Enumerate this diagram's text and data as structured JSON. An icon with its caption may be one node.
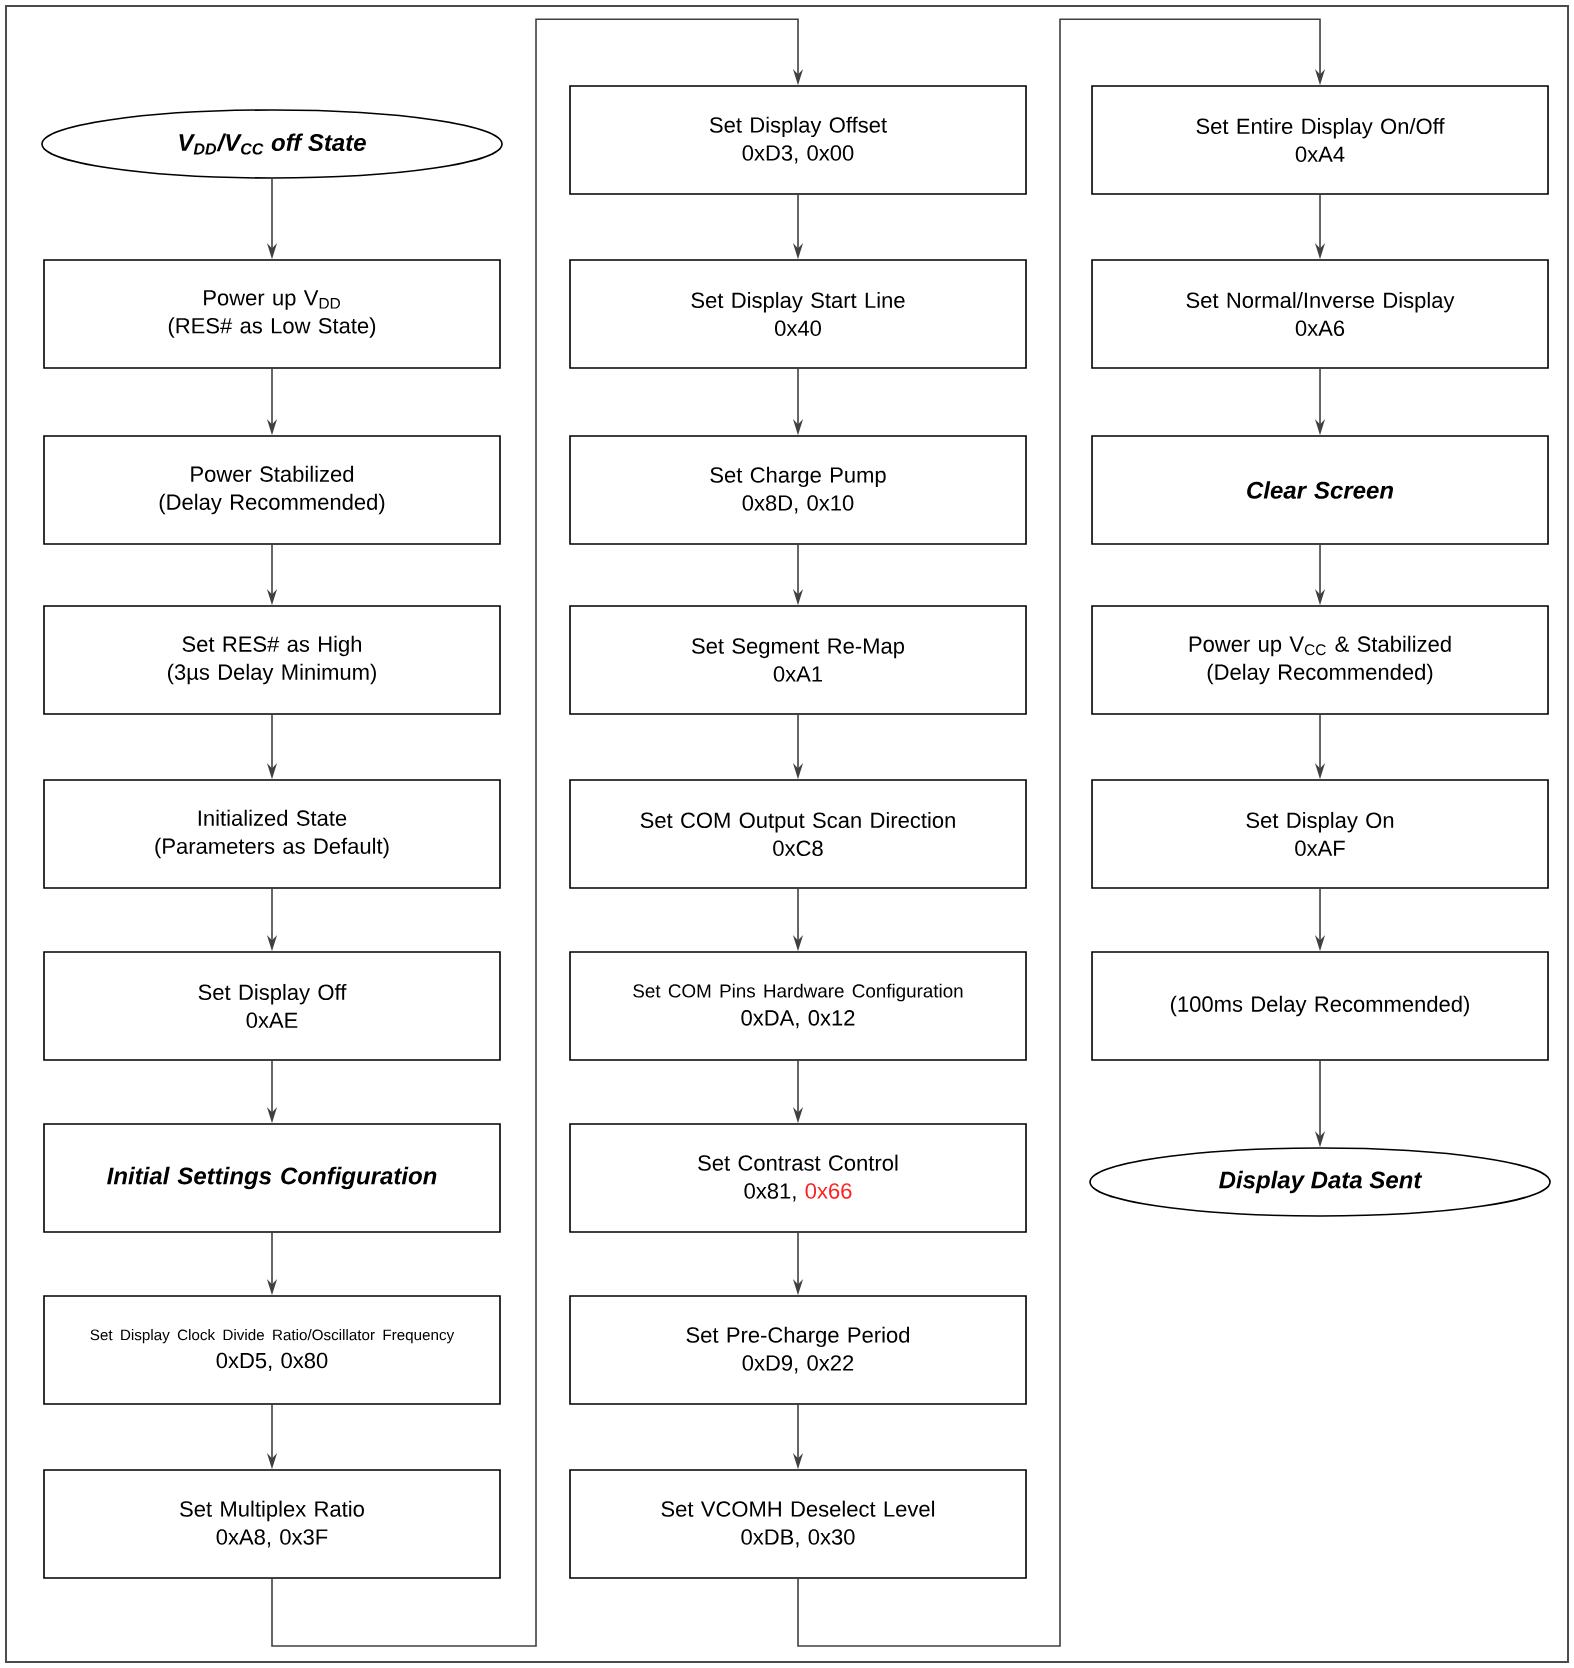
{
  "diagram": {
    "nodes": [
      {
        "text": [
          "V$_{DD}$/V$_{CC}$ off State"
        ]
      },
      {
        "text": [
          "Power up V$_{DD}$",
          "(RES# as Low State)"
        ]
      },
      {
        "text": [
          "Power Stabilized",
          "(Delay Recommended)"
        ]
      },
      {
        "text": [
          "Set RES# as High",
          "(3µs Delay Minimum)"
        ]
      },
      {
        "text": [
          "Initialized State",
          "(Parameters as Default)"
        ]
      },
      {
        "text": [
          "Set Display Off",
          "0xAE"
        ]
      },
      {
        "text": [
          "Initial Settings Configuration"
        ]
      },
      {
        "text": [
          "Set Display Clock Divide Ratio/Oscillator Frequency",
          "0xD5, 0x80"
        ]
      },
      {
        "text": [
          "Set Multiplex Ratio",
          "0xA8, 0x3F"
        ]
      },
      {
        "text": [
          "Set Display Offset",
          "0xD3, 0x00"
        ]
      },
      {
        "text": [
          "Set Display Start Line",
          "0x40"
        ]
      },
      {
        "text": [
          "Set Charge Pump",
          "0x8D, 0x10"
        ]
      },
      {
        "text": [
          "Set Segment Re-Map",
          "0xA1"
        ]
      },
      {
        "text": [
          "Set COM Output Scan Direction",
          "0xC8"
        ]
      },
      {
        "text": [
          "Set COM Pins Hardware Configuration",
          "0xDA, 0x12"
        ]
      },
      {
        "text": [
          "Set Contrast Control",
          "0x81,",
          "0x66"
        ]
      },
      {
        "text": [
          "Set Pre-Charge Period",
          "0xD9, 0x22"
        ]
      },
      {
        "text": [
          "Set VCOMH Deselect Level",
          "0xDB, 0x30"
        ]
      },
      {
        "text": [
          "Set Entire Display On/Off",
          "0xA4"
        ]
      },
      {
        "text": [
          "Set Normal/Inverse Display",
          "0xA6"
        ]
      },
      {
        "text": [
          "Clear Screen"
        ]
      },
      {
        "text": [
          "Power up V$_{CC}$ & Stabilized",
          "(Delay Recommended)"
        ]
      },
      {
        "text": [
          "Set Display On",
          "0xAF"
        ]
      },
      {
        "text": [
          "(100ms Delay Recommended)"
        ]
      },
      {
        "text": [
          "Display Data Sent"
        ]
      }
    ],
    "edges": [
      {
        "from": 0,
        "to": 1,
        "arrow": "to"
      },
      {
        "from": 1,
        "to": 2,
        "arrow": "to"
      },
      {
        "from": 2,
        "to": 3,
        "arrow": "to"
      },
      {
        "from": 3,
        "to": 4,
        "arrow": "to"
      },
      {
        "from": 4,
        "to": 5,
        "arrow": "to"
      },
      {
        "from": 5,
        "to": 6,
        "arrow": "to"
      },
      {
        "from": 6,
        "to": 7,
        "arrow": "to"
      },
      {
        "from": 7,
        "to": 8,
        "arrow": "to"
      },
      {
        "from": 8,
        "to": 9,
        "arrow": "to"
      },
      {
        "from": 9,
        "to": 10,
        "arrow": "to"
      },
      {
        "from": 10,
        "to": 11,
        "arrow": "to"
      },
      {
        "from": 11,
        "to": 12,
        "arrow": "to"
      },
      {
        "from": 12,
        "to": 13,
        "arrow": "to"
      },
      {
        "from": 13,
        "to": 14,
        "arrow": "to"
      },
      {
        "from": 14,
        "to": 15,
        "arrow": "to"
      },
      {
        "from": 15,
        "to": 16,
        "arrow": "to"
      },
      {
        "from": 16,
        "to": 17,
        "arrow": "to"
      },
      {
        "from": 17,
        "to": 18,
        "arrow": "to"
      },
      {
        "from": 18,
        "to": 19,
        "arrow": "to"
      },
      {
        "from": 19,
        "to": 20,
        "arrow": "to"
      },
      {
        "from": 20,
        "to": 21,
        "arrow": "to"
      },
      {
        "from": 21,
        "to": 22,
        "arrow": "to"
      },
      {
        "from": 22,
        "to": 23,
        "arrow": "to"
      },
      {
        "from": 23,
        "to": 24,
        "arrow": "to"
      }
    ]
  }
}
